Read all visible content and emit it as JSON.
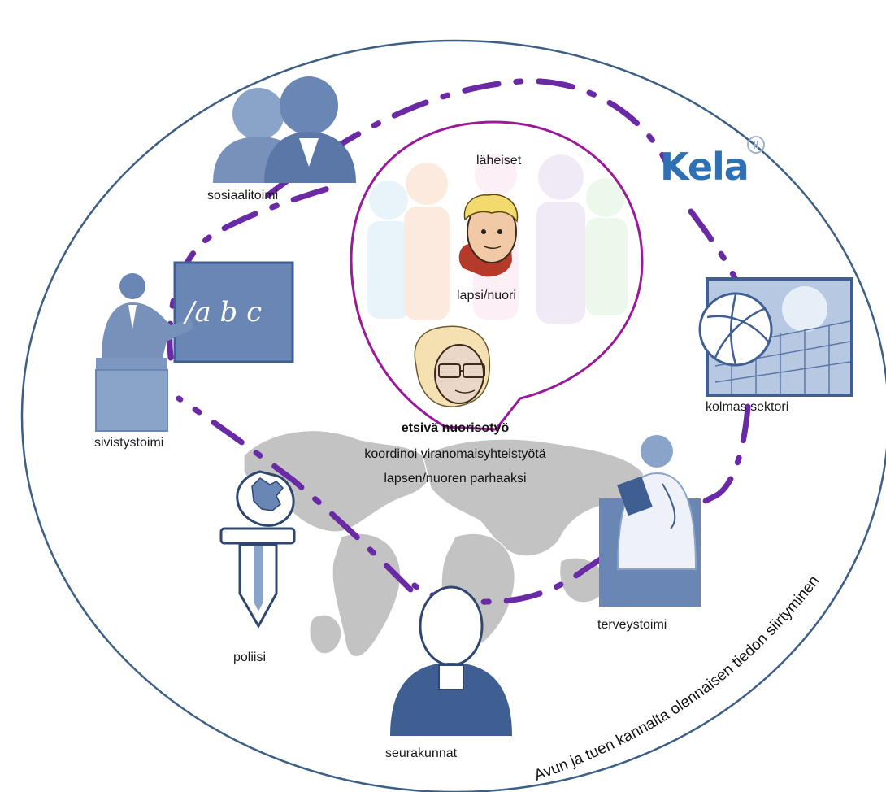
{
  "colors": {
    "outline": "#3d5f86",
    "dash": "#6a2aa5",
    "circle": "#9a1a9a",
    "icon_blue": "#6a86b4",
    "icon_dark": "#3f5f92",
    "kela": "#2f6fb3",
    "map": "#b9b9b9"
  },
  "labels": {
    "laheiset": "läheiset",
    "lapsi": "lapsi/nuori",
    "etsiva": "etsivä nuorisotyö",
    "koordinoi": "koordinoi viranomaisyhteistyötä",
    "parhaaksi": "lapsen/nuoren parhaaksi",
    "sosiaalitoimi": "sosiaalitoimi",
    "sivistystoimi": "sivistystoimi",
    "kolmas": "kolmas sektori",
    "terveystoimi": "terveystoimi",
    "poliisi": "poliisi",
    "seurakunnat": "seurakunnat",
    "kela": "Kela",
    "blackboard": "/a b c",
    "arc_text": "Avun ja tuen kannalta olennaisen tiedon siirtyminen"
  },
  "icons": {
    "people": "people-icon",
    "teacher": "teacher-icon",
    "sport": "volleyball-icon",
    "doctor": "doctor-icon",
    "police": "police-emblem-icon",
    "priest": "priest-icon",
    "child": "child-face-icon",
    "worker": "youth-worker-face-icon",
    "map": "world-map-icon",
    "kela_mark": "kela-emblem-icon"
  }
}
